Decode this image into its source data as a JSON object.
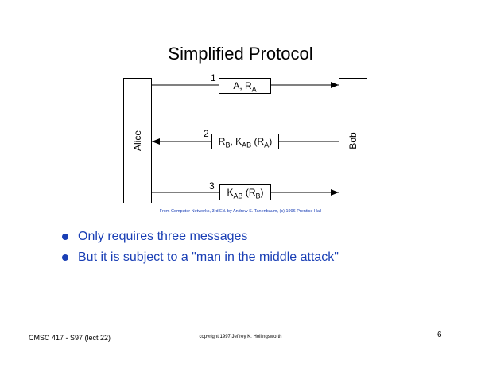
{
  "slide": {
    "title": "Simplified Protocol",
    "credit": "From Computer Networks, 3rd Ed. by Andrew S. Tanenbaum, (c) 1996 Prentice Hall"
  },
  "diagram": {
    "left_party": "Alice",
    "right_party": "Bob",
    "messages": [
      {
        "number": "1",
        "label": "A, R",
        "sub": "A",
        "direction": "right"
      },
      {
        "number": "2",
        "label": "R",
        "sub": "B",
        "label2": ", K",
        "sub2": "AB",
        "label3": " (R",
        "sub3": "A",
        "label4": ")",
        "direction": "left"
      },
      {
        "number": "3",
        "label": "K",
        "sub": "AB",
        "label2": " (R",
        "sub2": "B",
        "label3": ")",
        "direction": "right"
      }
    ]
  },
  "bullets": [
    "Only requires three messages",
    "But it is subject to a \"man in the middle attack\""
  ],
  "footer": {
    "left": "CMSC 417 - S97  (lect 22)",
    "center": "copyright 1997  Jeffrey K. Hollingsworth",
    "page": "6"
  },
  "colors": {
    "accent": "#1a3fb5",
    "line": "#000000"
  }
}
